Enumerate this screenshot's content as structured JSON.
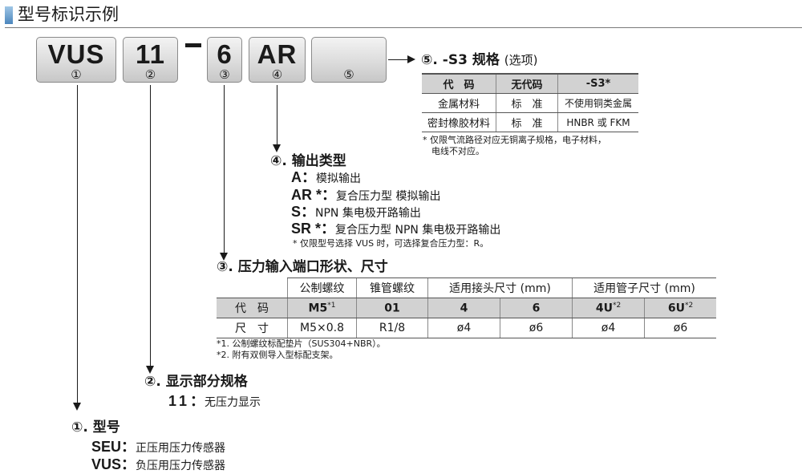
{
  "header": {
    "title": "型号标识示例"
  },
  "code_boxes": [
    {
      "code": "VUS",
      "num": "①"
    },
    {
      "code": "11",
      "num": "②"
    },
    {
      "code": "6",
      "num": "③"
    },
    {
      "code": "AR",
      "num": "④"
    },
    {
      "code": "",
      "num": "⑤"
    }
  ],
  "separator": "-",
  "s3": {
    "title": "⑤. -S3 规格",
    "option": "(选项)",
    "headers": [
      "代　码",
      "无代码",
      "-S3*"
    ],
    "rows": [
      [
        "金属材料",
        "标　准",
        "不使用铜类金属"
      ],
      [
        "密封橡胶材料",
        "标　准",
        "HNBR 或 FKM"
      ]
    ],
    "note_line1": "* 仅限气流路径对应无铜离子规格，电子材料，",
    "note_line2": "电线不对应。"
  },
  "output_type": {
    "title": "④. 输出类型",
    "items": [
      {
        "code": "A",
        "star": "",
        "sep": "：",
        "desc": "模拟输出"
      },
      {
        "code": "AR",
        "star": " *",
        "sep": "：",
        "desc": "复合压力型 模拟输出"
      },
      {
        "code": "S",
        "star": "",
        "sep": "：",
        "desc": "NPN 集电极开路输出"
      },
      {
        "code": "SR",
        "star": " *",
        "sep": "：",
        "desc": "复合压力型 NPN 集电极开路输出"
      }
    ],
    "note": "* 仅限型号选择 VUS 时，可选择复合压力型：R。"
  },
  "port": {
    "title": "③. 压力输入端口形状、尺寸",
    "group_headers": [
      "公制螺纹",
      "锥管螺纹",
      "适用接头尺寸 (mm)",
      "适用管子尺寸 (mm)"
    ],
    "code_label": "代　码",
    "codes": [
      {
        "code": "M5",
        "sup": "*1"
      },
      {
        "code": "01",
        "sup": ""
      },
      {
        "code": "4",
        "sup": ""
      },
      {
        "code": "6",
        "sup": ""
      },
      {
        "code": "4U",
        "sup": "*2"
      },
      {
        "code": "6U",
        "sup": "*2"
      }
    ],
    "size_label": "尺　寸",
    "sizes": [
      "M5×0.8",
      "R1/8",
      "ø4",
      "ø6",
      "ø4",
      "ø6"
    ],
    "note1": "*1. 公制螺纹标配垫片（SUS304+NBR）。",
    "note2": "*2. 附有双侧导入型标配支架。"
  },
  "display": {
    "title": "②. 显示部分规格",
    "code": "11",
    "sep": "：",
    "desc": "无压力显示"
  },
  "model": {
    "title": "①. 型号",
    "items": [
      {
        "code": "SEU",
        "sep": "：",
        "desc": "正压用压力传感器"
      },
      {
        "code": "VUS",
        "sep": "：",
        "desc": "负压用压力传感器"
      }
    ]
  }
}
